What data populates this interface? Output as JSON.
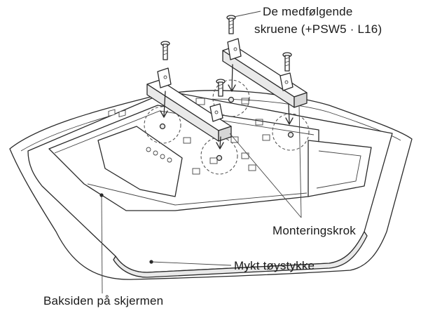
{
  "labels": {
    "screws_line1": "De medfølgende",
    "screws_line2": "skruene (+PSW5 ·  L16)",
    "mounting_hook": "Monteringskrok",
    "soft_cloth": "Mykt tøystykke",
    "back_of_screen": "Baksiden på skjermen"
  }
}
